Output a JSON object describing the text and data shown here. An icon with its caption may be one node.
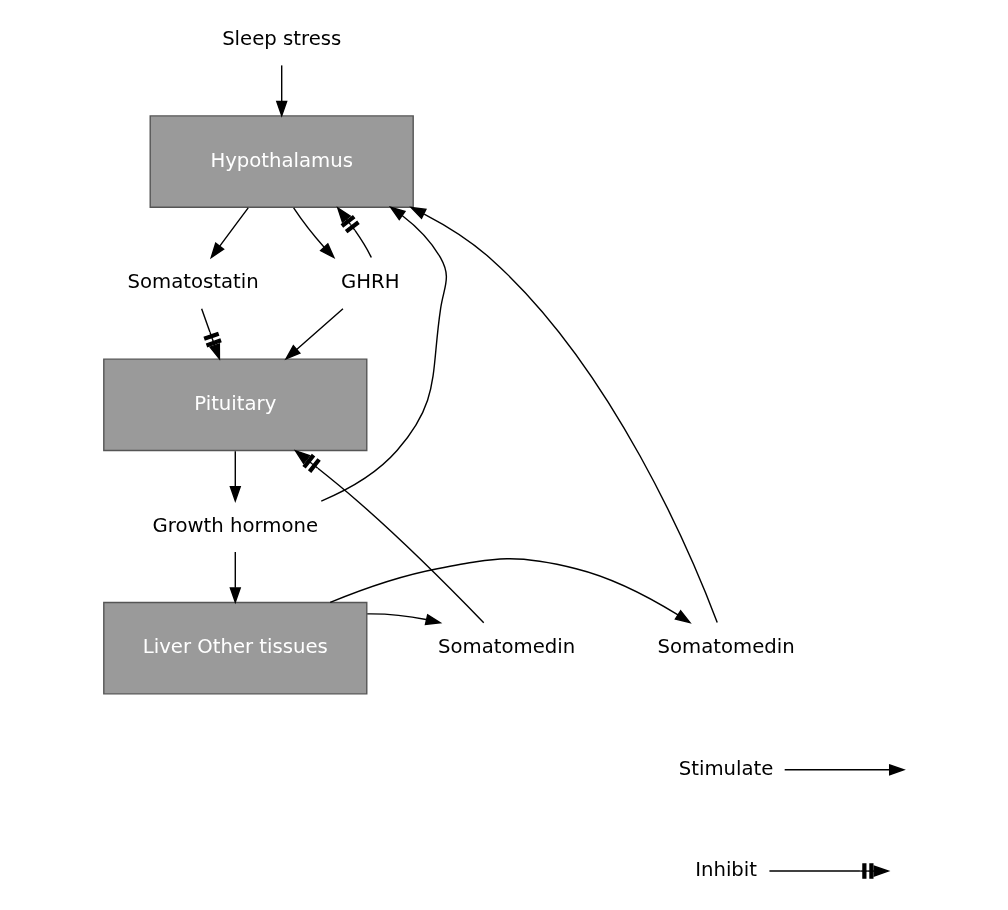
{
  "diagram": {
    "nodes": [
      {
        "text": [
          "Sleep stress"
        ]
      },
      {
        "text": [
          "Hypothalamus"
        ]
      },
      {
        "text": [
          "Somatostatin"
        ]
      },
      {
        "text": [
          "GHRH"
        ]
      },
      {
        "text": [
          "Pituitary"
        ]
      },
      {
        "text": [
          "Growth hormone"
        ]
      },
      {
        "text": [
          "Liver Other tissues"
        ]
      },
      {
        "text": [
          "Somatomedin"
        ]
      },
      {
        "text": [
          "Somatomedin"
        ]
      }
    ],
    "edges": [
      {
        "from": 0,
        "to": 1,
        "arrow": "to"
      },
      {
        "from": 1,
        "to": 2,
        "arrow": "to"
      },
      {
        "from": 1,
        "to": 3,
        "arrow": "to"
      },
      {
        "from": 3,
        "to": 1,
        "arrow": "to"
      },
      {
        "from": 2,
        "to": 4,
        "arrow": "to"
      },
      {
        "from": 3,
        "to": 4,
        "arrow": "to"
      },
      {
        "from": 4,
        "to": 5,
        "arrow": "to"
      },
      {
        "from": 5,
        "to": 1,
        "arrow": "to"
      },
      {
        "from": 5,
        "to": 6,
        "arrow": "to"
      },
      {
        "from": 6,
        "to": 7,
        "arrow": "to"
      },
      {
        "from": 6,
        "to": 8,
        "arrow": "to"
      },
      {
        "from": 7,
        "to": 1,
        "arrow": "to"
      },
      {
        "from": 8,
        "to": 4,
        "arrow": "to"
      }
    ],
    "legend": [
      {
        "text": "Stimulate"
      },
      {
        "text": "Inhibit"
      }
    ]
  }
}
